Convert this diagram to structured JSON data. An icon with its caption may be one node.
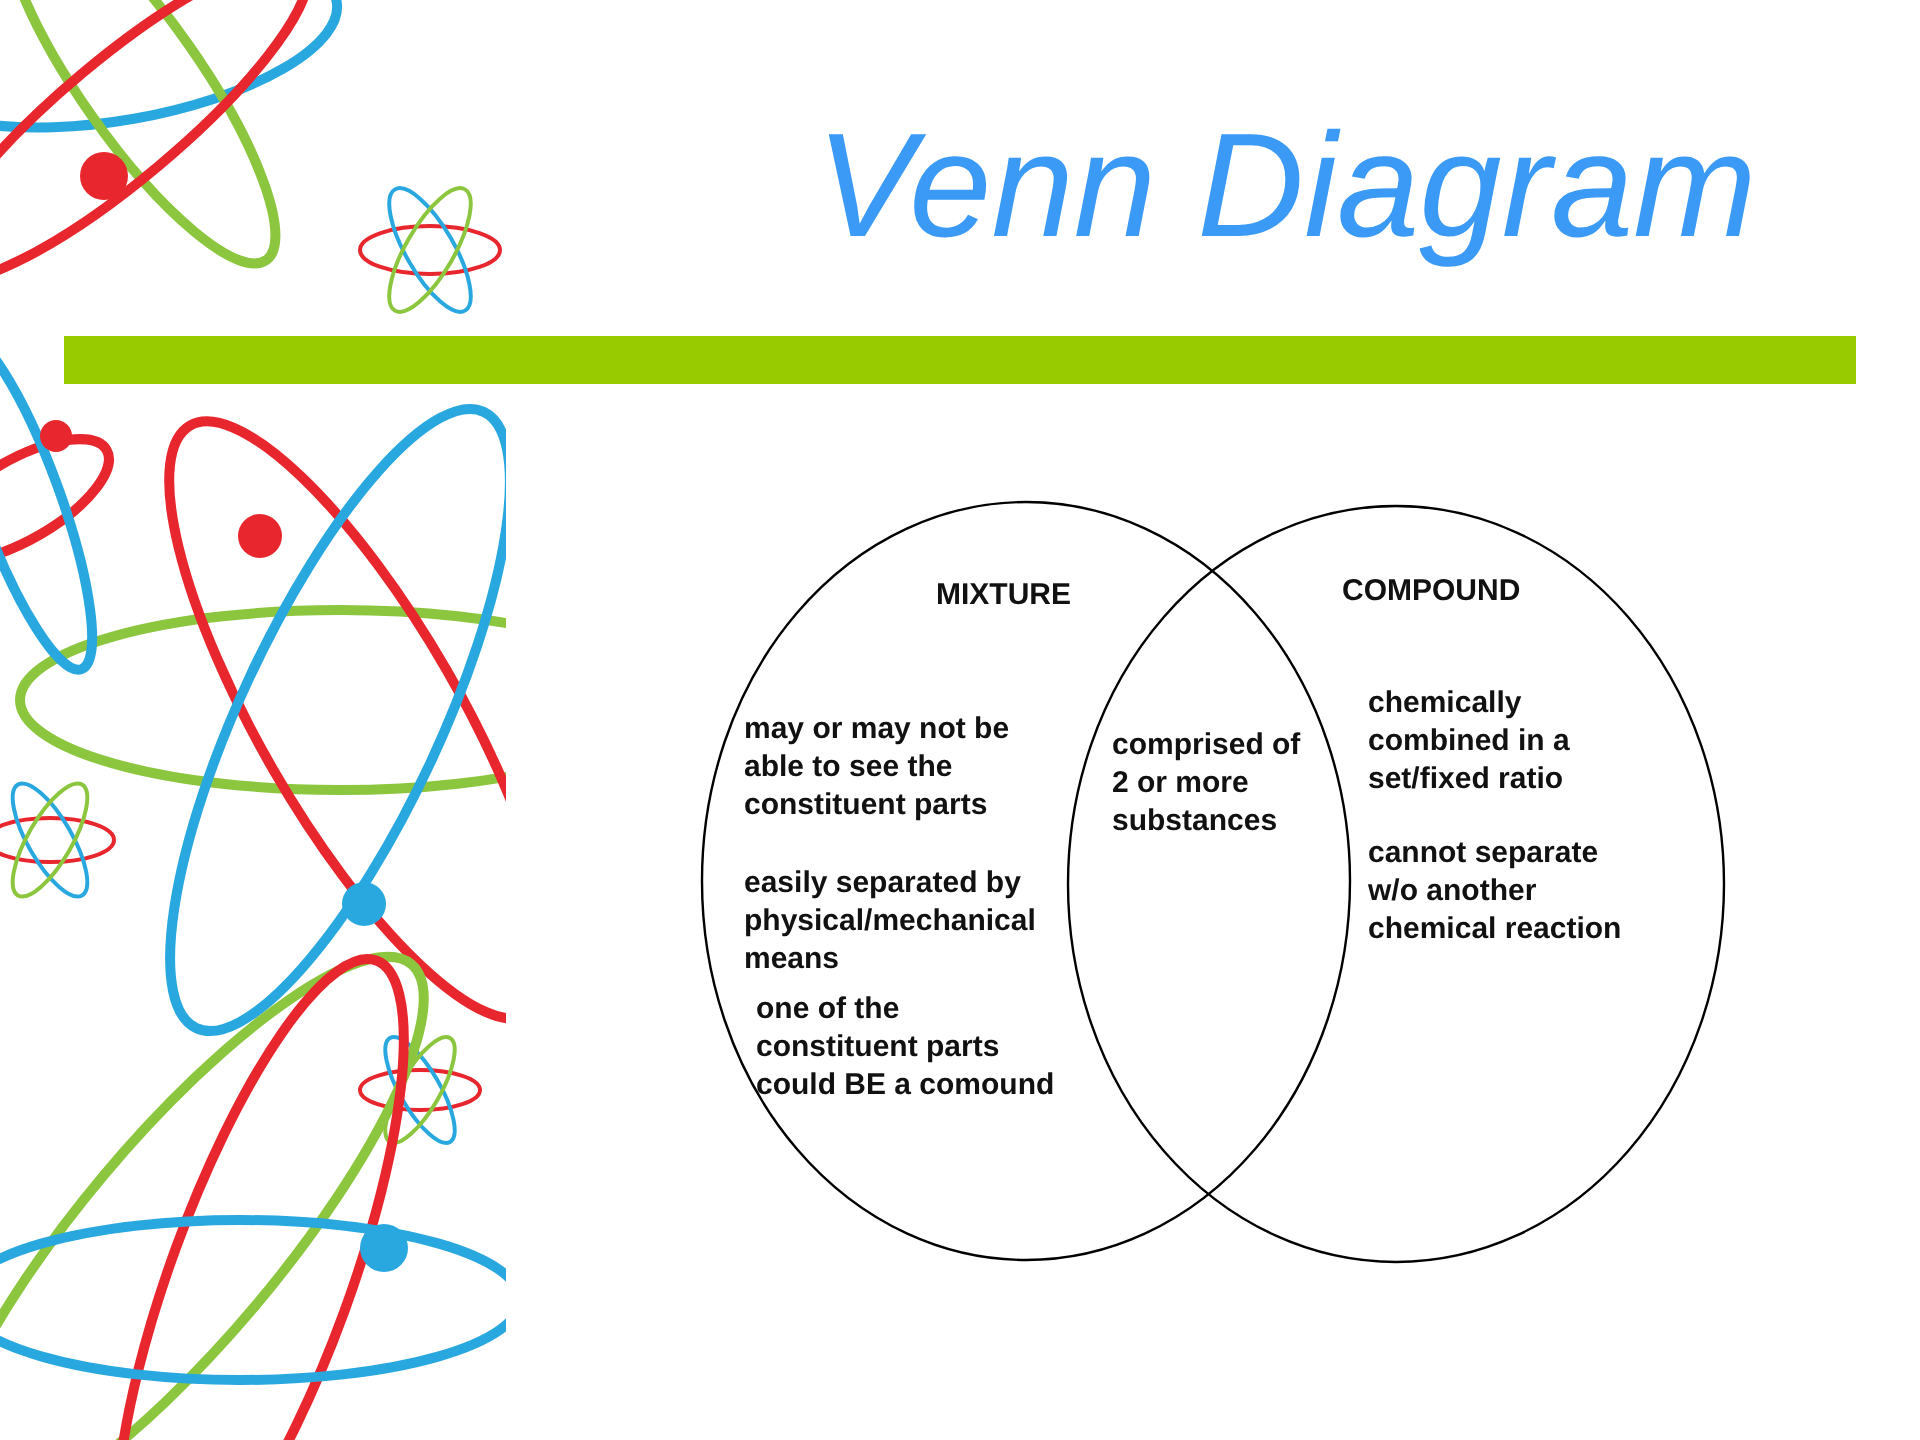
{
  "diagram": {
    "title": "Venn Diagram",
    "nodes": [
      {
        "text": [
          "MIXTURE",
          "may or may not be able to see the constituent parts",
          "easily separated by physical/mechanical means",
          "one of the constituent parts could BE a comound"
        ]
      },
      {
        "text": [
          "COMPOUND",
          "chemically combined in a set/fixed ratio",
          "cannot separate w/o another chemical reaction"
        ]
      }
    ],
    "edges": [],
    "labels": [
      "comprised of 2 or more substances"
    ]
  }
}
